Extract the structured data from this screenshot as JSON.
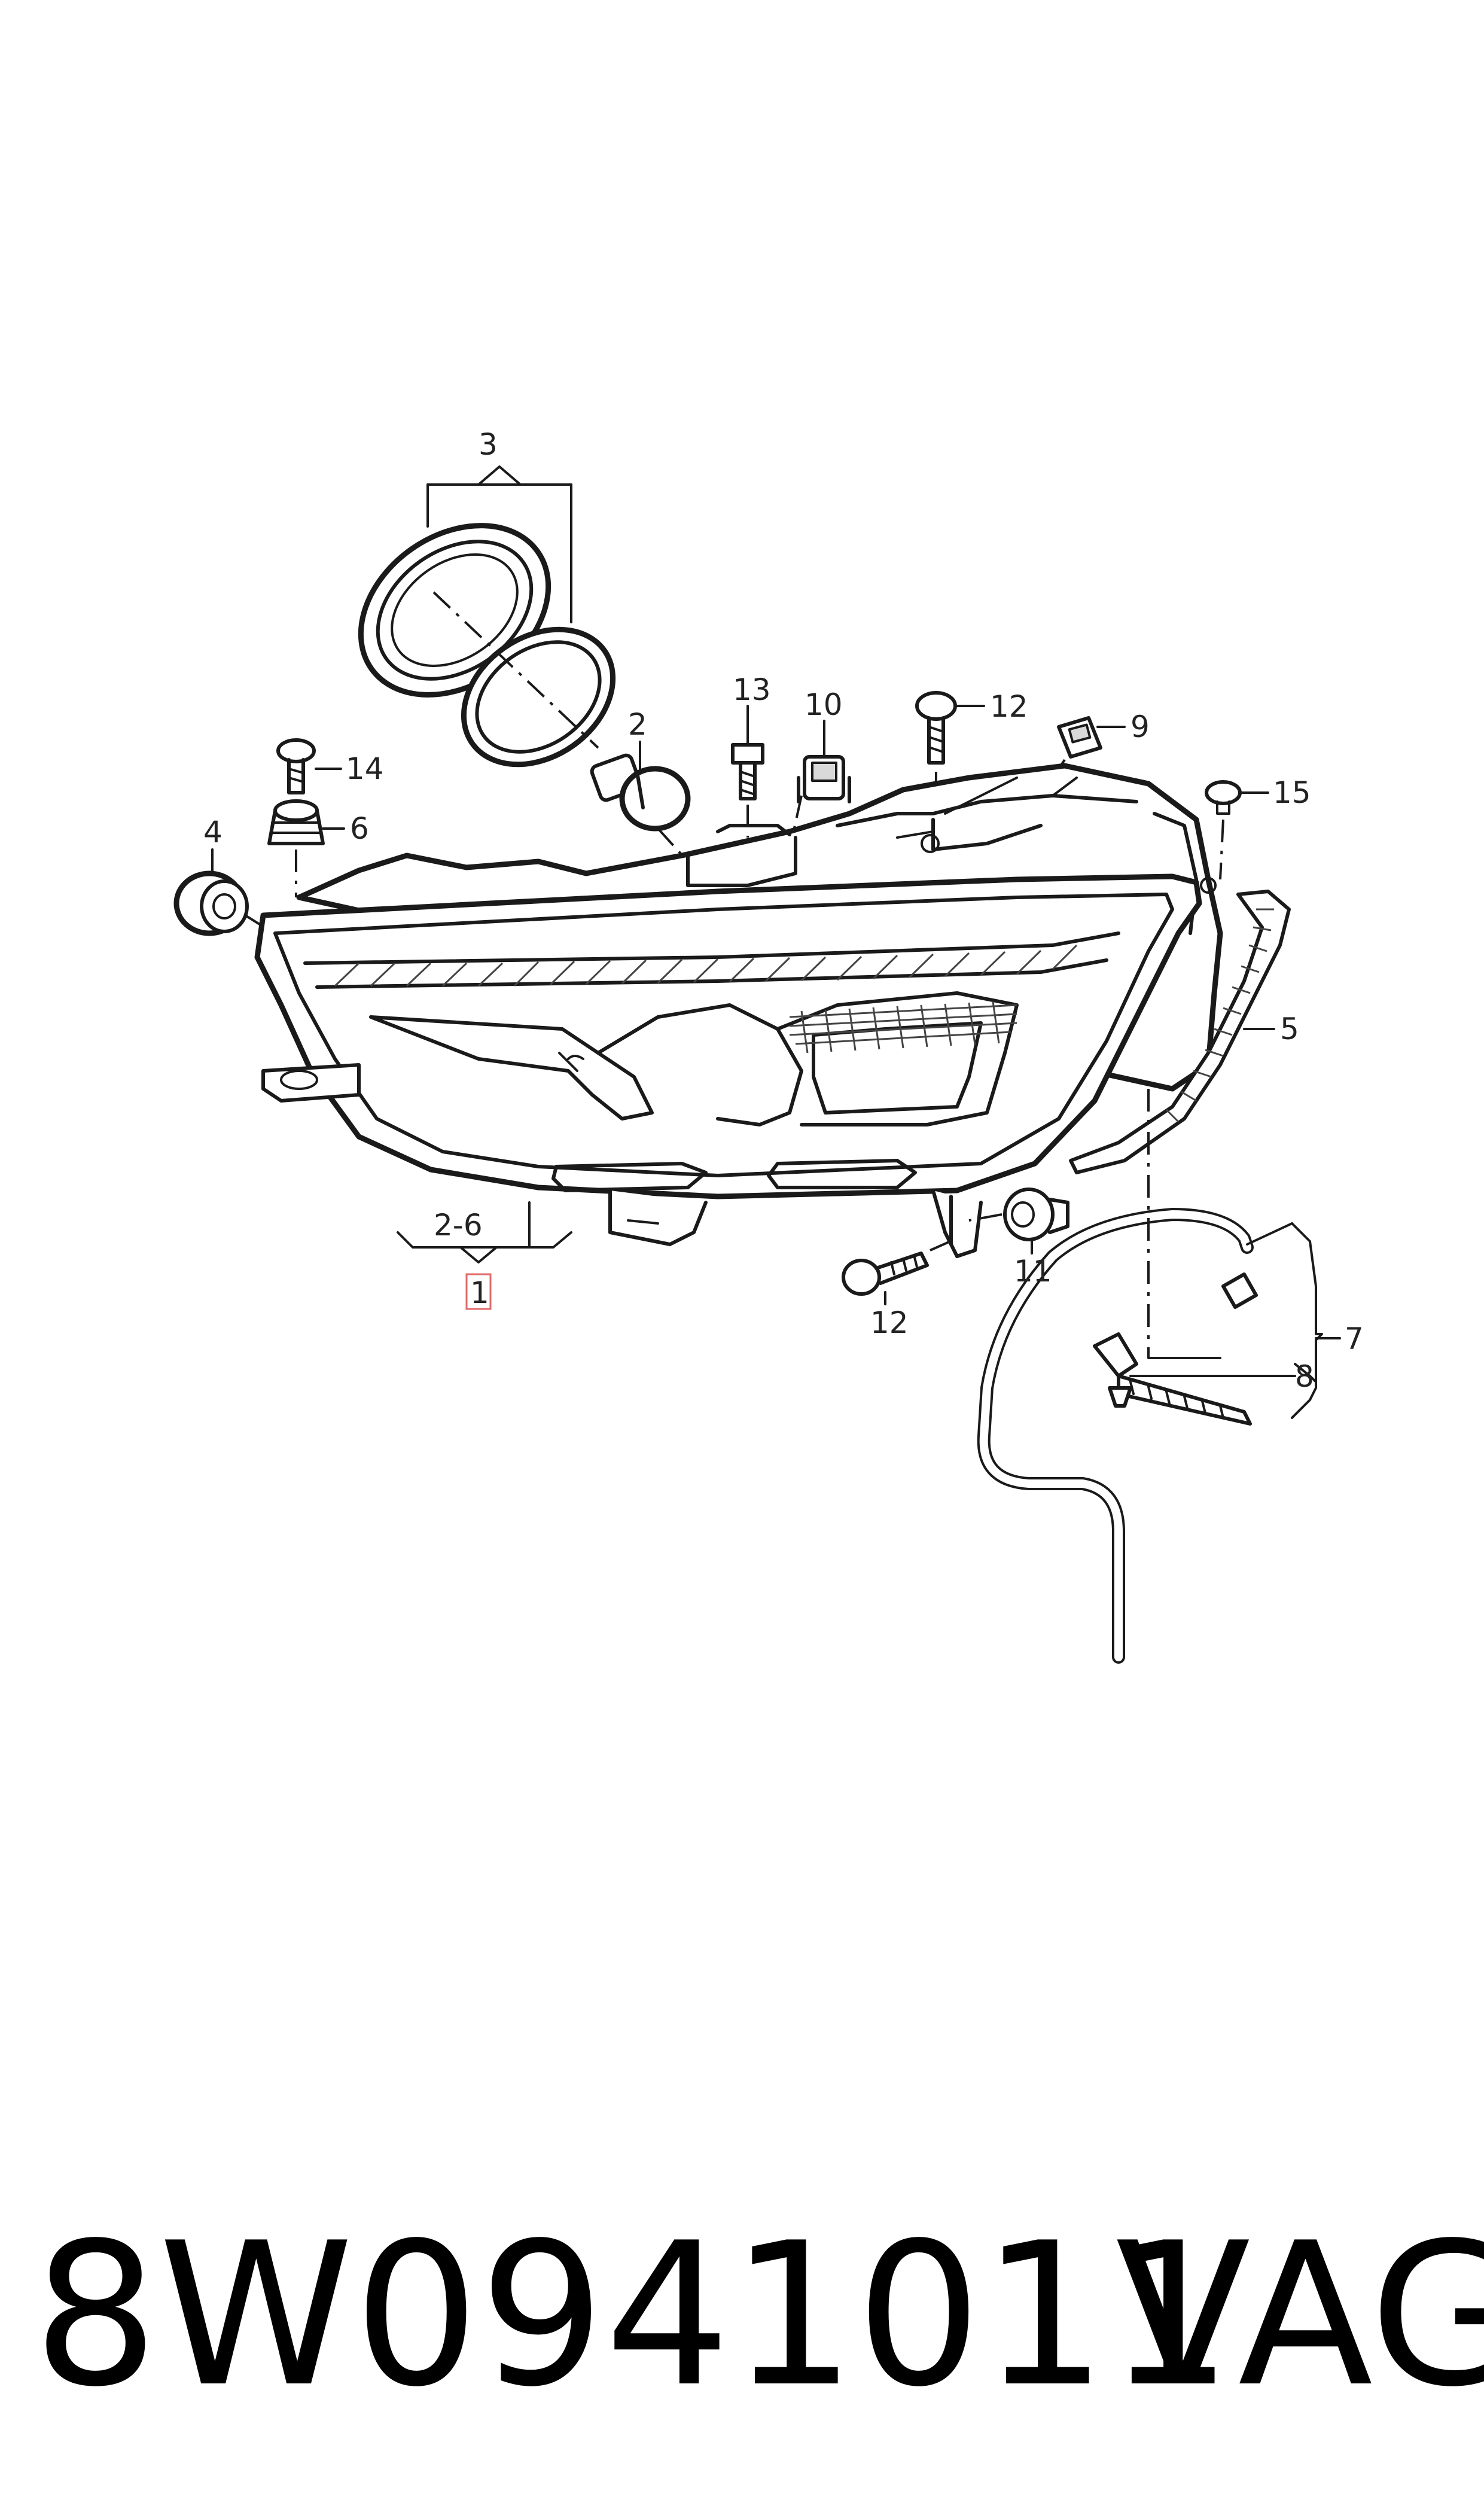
{
  "callouts": {
    "c1": "1",
    "c2": "2",
    "c2_6": "2-6",
    "c3": "3",
    "c4": "4",
    "c5": "5",
    "c6": "6",
    "c7": "7",
    "c8": "8",
    "c9": "9",
    "c10": "10",
    "c11": "11",
    "c12_top": "12",
    "c12_bottom": "12",
    "c13": "13",
    "c14": "14",
    "c15": "15"
  },
  "footer": {
    "part_number": "8W0941011",
    "maker": "VAG"
  },
  "colors": {
    "line": "#1a1a1a",
    "highlight_box": "#e06a6a"
  }
}
